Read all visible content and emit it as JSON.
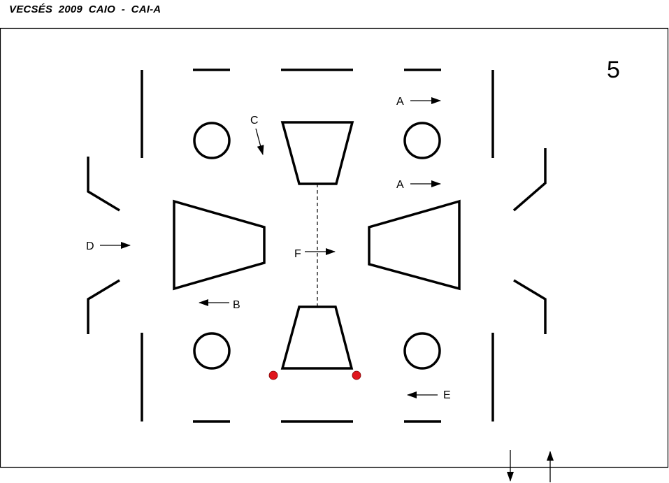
{
  "header": {
    "title": "VECSÉS  2009  CAIO  -  CAI-A"
  },
  "diagram": {
    "sheet_number": "5",
    "labels": {
      "a_upper": "A",
      "a_lower": "A",
      "b": "B",
      "c": "C",
      "d": "D",
      "e": "E",
      "f": "F"
    },
    "colors": {
      "stroke": "#000000",
      "marker": "#e0161d"
    }
  }
}
